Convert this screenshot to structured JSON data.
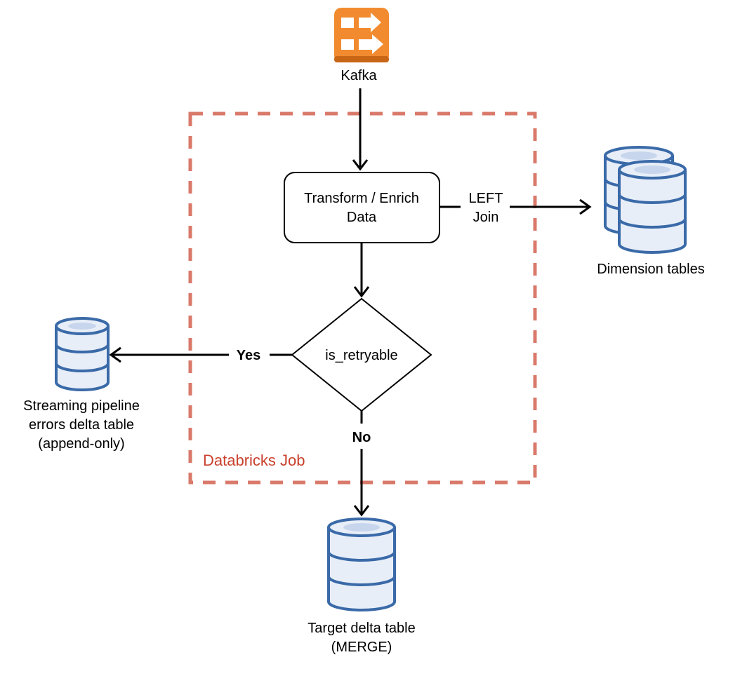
{
  "nodes": {
    "kafka": {
      "label": "Kafka",
      "icon": "kafka-icon"
    },
    "transform": {
      "label_line1": "Transform / Enrich",
      "label_line2": "Data"
    },
    "decision": {
      "label": "is_retryable"
    },
    "dimension": {
      "label": "Dimension tables",
      "icon": "database-stack-icon"
    },
    "errors": {
      "label_line1": "Streaming pipeline",
      "label_line2": "errors delta table",
      "label_line3": "(append-only)",
      "icon": "database-icon"
    },
    "target": {
      "label_line1": "Target delta table",
      "label_line2": "(MERGE)",
      "icon": "database-icon"
    }
  },
  "edges": {
    "left_join_line1": "LEFT",
    "left_join_line2": "Join",
    "yes": "Yes",
    "no": "No"
  },
  "container": {
    "label": "Databricks Job"
  },
  "colors": {
    "kafka_orange": "#f28b30",
    "job_border": "#d9796a",
    "job_label": "#c9402c",
    "db_stroke": "#3a6aa8",
    "db_fill": "#e8eef8"
  }
}
